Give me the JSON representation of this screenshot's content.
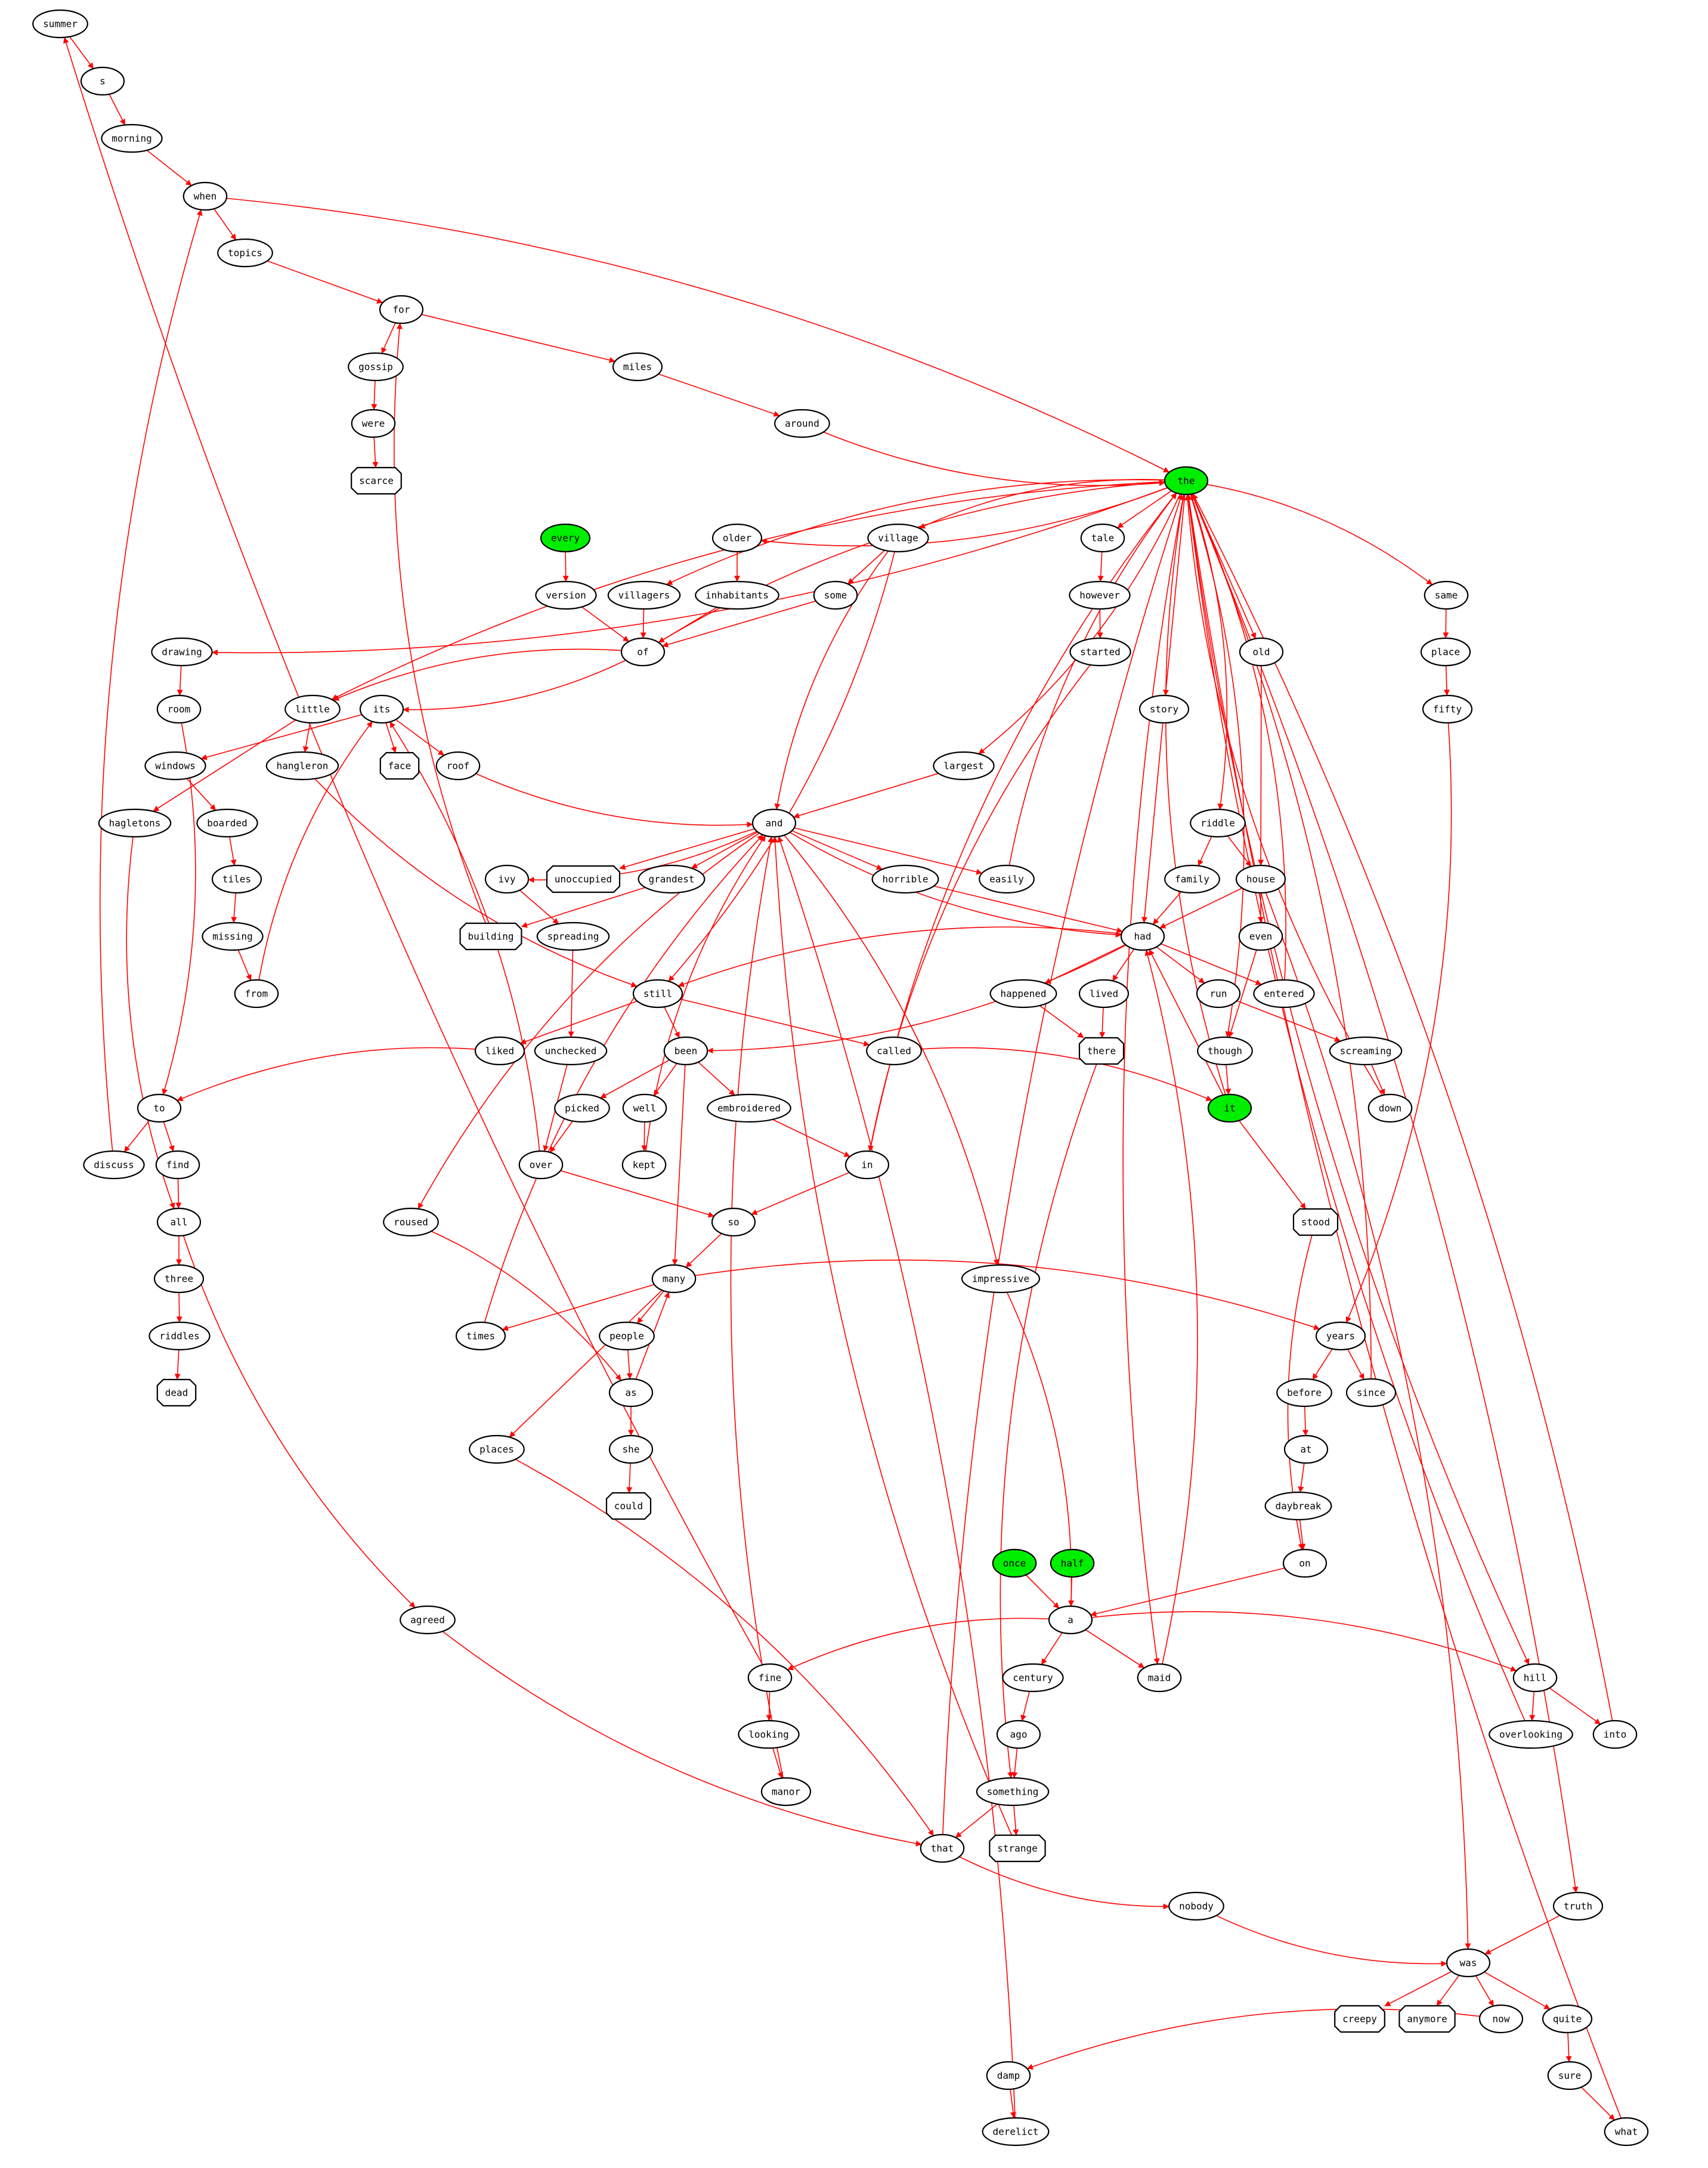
{
  "diagram": {
    "kind": "directed word graph",
    "edge_color": "#ff0000",
    "start_node_fill": "#00ee00",
    "node_fill": "#ffffff",
    "start_nodes": [
      "the",
      "every",
      "it",
      "once",
      "half"
    ],
    "terminal_nodes": [
      "scarce",
      "face",
      "unoccupied",
      "building",
      "there",
      "dead",
      "could",
      "strange",
      "creepy",
      "anymore",
      "stood"
    ],
    "nodes": [
      {
        "id": "summer",
        "label": "summer"
      },
      {
        "id": "s",
        "label": "s"
      },
      {
        "id": "morning",
        "label": "morning"
      },
      {
        "id": "when",
        "label": "when"
      },
      {
        "id": "topics",
        "label": "topics"
      },
      {
        "id": "for",
        "label": "for"
      },
      {
        "id": "gossip",
        "label": "gossip"
      },
      {
        "id": "miles",
        "label": "miles"
      },
      {
        "id": "were",
        "label": "were"
      },
      {
        "id": "around",
        "label": "around"
      },
      {
        "id": "scarce",
        "label": "scarce"
      },
      {
        "id": "the",
        "label": "the"
      },
      {
        "id": "every",
        "label": "every"
      },
      {
        "id": "older",
        "label": "older"
      },
      {
        "id": "village",
        "label": "village"
      },
      {
        "id": "tale",
        "label": "tale"
      },
      {
        "id": "version",
        "label": "version"
      },
      {
        "id": "villagers",
        "label": "villagers"
      },
      {
        "id": "inhabitants",
        "label": "inhabitants"
      },
      {
        "id": "some",
        "label": "some"
      },
      {
        "id": "however",
        "label": "however"
      },
      {
        "id": "same",
        "label": "same"
      },
      {
        "id": "drawing",
        "label": "drawing"
      },
      {
        "id": "of",
        "label": "of"
      },
      {
        "id": "started",
        "label": "started"
      },
      {
        "id": "old",
        "label": "old"
      },
      {
        "id": "place",
        "label": "place"
      },
      {
        "id": "room",
        "label": "room"
      },
      {
        "id": "little",
        "label": "little"
      },
      {
        "id": "its",
        "label": "its"
      },
      {
        "id": "story",
        "label": "story"
      },
      {
        "id": "fifty",
        "label": "fifty"
      },
      {
        "id": "windows",
        "label": "windows"
      },
      {
        "id": "hangleron",
        "label": "hangleron"
      },
      {
        "id": "face",
        "label": "face"
      },
      {
        "id": "roof",
        "label": "roof"
      },
      {
        "id": "largest",
        "label": "largest"
      },
      {
        "id": "hagletons",
        "label": "hagletons"
      },
      {
        "id": "boarded",
        "label": "boarded"
      },
      {
        "id": "and",
        "label": "and"
      },
      {
        "id": "riddle",
        "label": "riddle"
      },
      {
        "id": "tiles",
        "label": "tiles"
      },
      {
        "id": "ivy",
        "label": "ivy"
      },
      {
        "id": "unoccupied",
        "label": "unoccupied"
      },
      {
        "id": "grandest",
        "label": "grandest"
      },
      {
        "id": "horrible",
        "label": "horrible"
      },
      {
        "id": "easily",
        "label": "easily"
      },
      {
        "id": "family",
        "label": "family"
      },
      {
        "id": "house",
        "label": "house"
      },
      {
        "id": "missing",
        "label": "missing"
      },
      {
        "id": "building",
        "label": "building"
      },
      {
        "id": "spreading",
        "label": "spreading"
      },
      {
        "id": "had",
        "label": "had"
      },
      {
        "id": "even",
        "label": "even"
      },
      {
        "id": "from",
        "label": "from"
      },
      {
        "id": "still",
        "label": "still"
      },
      {
        "id": "happened",
        "label": "happened"
      },
      {
        "id": "lived",
        "label": "lived"
      },
      {
        "id": "run",
        "label": "run"
      },
      {
        "id": "entered",
        "label": "entered"
      },
      {
        "id": "liked",
        "label": "liked"
      },
      {
        "id": "unchecked",
        "label": "unchecked"
      },
      {
        "id": "been",
        "label": "been"
      },
      {
        "id": "called",
        "label": "called"
      },
      {
        "id": "there",
        "label": "there"
      },
      {
        "id": "though",
        "label": "though"
      },
      {
        "id": "screaming",
        "label": "screaming"
      },
      {
        "id": "to",
        "label": "to"
      },
      {
        "id": "picked",
        "label": "picked"
      },
      {
        "id": "well",
        "label": "well"
      },
      {
        "id": "embroidered",
        "label": "embroidered"
      },
      {
        "id": "it",
        "label": "it"
      },
      {
        "id": "down",
        "label": "down"
      },
      {
        "id": "discuss",
        "label": "discuss"
      },
      {
        "id": "find",
        "label": "find"
      },
      {
        "id": "over",
        "label": "over"
      },
      {
        "id": "kept",
        "label": "kept"
      },
      {
        "id": "in",
        "label": "in"
      },
      {
        "id": "all",
        "label": "all"
      },
      {
        "id": "roused",
        "label": "roused"
      },
      {
        "id": "so",
        "label": "so"
      },
      {
        "id": "stood",
        "label": "stood"
      },
      {
        "id": "three",
        "label": "three"
      },
      {
        "id": "many",
        "label": "many"
      },
      {
        "id": "impressive",
        "label": "impressive"
      },
      {
        "id": "riddles",
        "label": "riddles"
      },
      {
        "id": "times",
        "label": "times"
      },
      {
        "id": "people",
        "label": "people"
      },
      {
        "id": "years",
        "label": "years"
      },
      {
        "id": "dead",
        "label": "dead"
      },
      {
        "id": "as",
        "label": "as"
      },
      {
        "id": "before",
        "label": "before"
      },
      {
        "id": "since",
        "label": "since"
      },
      {
        "id": "places",
        "label": "places"
      },
      {
        "id": "she",
        "label": "she"
      },
      {
        "id": "at",
        "label": "at"
      },
      {
        "id": "could",
        "label": "could"
      },
      {
        "id": "daybreak",
        "label": "daybreak"
      },
      {
        "id": "once",
        "label": "once"
      },
      {
        "id": "half",
        "label": "half"
      },
      {
        "id": "on",
        "label": "on"
      },
      {
        "id": "agreed",
        "label": "agreed"
      },
      {
        "id": "a",
        "label": "a"
      },
      {
        "id": "fine",
        "label": "fine"
      },
      {
        "id": "century",
        "label": "century"
      },
      {
        "id": "maid",
        "label": "maid"
      },
      {
        "id": "hill",
        "label": "hill"
      },
      {
        "id": "looking",
        "label": "looking"
      },
      {
        "id": "ago",
        "label": "ago"
      },
      {
        "id": "overlooking",
        "label": "overlooking"
      },
      {
        "id": "into",
        "label": "into"
      },
      {
        "id": "manor",
        "label": "manor"
      },
      {
        "id": "something",
        "label": "something"
      },
      {
        "id": "that",
        "label": "that"
      },
      {
        "id": "strange",
        "label": "strange"
      },
      {
        "id": "nobody",
        "label": "nobody"
      },
      {
        "id": "truth",
        "label": "truth"
      },
      {
        "id": "was",
        "label": "was"
      },
      {
        "id": "creepy",
        "label": "creepy"
      },
      {
        "id": "anymore",
        "label": "anymore"
      },
      {
        "id": "now",
        "label": "now"
      },
      {
        "id": "quite",
        "label": "quite"
      },
      {
        "id": "damp",
        "label": "damp"
      },
      {
        "id": "sure",
        "label": "sure"
      },
      {
        "id": "derelict",
        "label": "derelict"
      },
      {
        "id": "what",
        "label": "what"
      }
    ],
    "edges": [
      [
        "summer",
        "s"
      ],
      [
        "s",
        "morning"
      ],
      [
        "morning",
        "when"
      ],
      [
        "when",
        "topics"
      ],
      [
        "when",
        "the"
      ],
      [
        "topics",
        "for"
      ],
      [
        "for",
        "gossip"
      ],
      [
        "for",
        "miles"
      ],
      [
        "gossip",
        "were"
      ],
      [
        "were",
        "scarce"
      ],
      [
        "miles",
        "around"
      ],
      [
        "around",
        "the"
      ],
      [
        "the",
        "older"
      ],
      [
        "the",
        "village"
      ],
      [
        "the",
        "tale"
      ],
      [
        "the",
        "villagers"
      ],
      [
        "the",
        "drawing"
      ],
      [
        "the",
        "little"
      ],
      [
        "the",
        "largest"
      ],
      [
        "the",
        "story"
      ],
      [
        "the",
        "riddle"
      ],
      [
        "the",
        "old"
      ],
      [
        "the",
        "same"
      ],
      [
        "the",
        "hill"
      ],
      [
        "the",
        "truth"
      ],
      [
        "the",
        "maid"
      ],
      [
        "the",
        "though"
      ],
      [
        "every",
        "version"
      ],
      [
        "version",
        "of"
      ],
      [
        "villagers",
        "of"
      ],
      [
        "older",
        "inhabitants"
      ],
      [
        "inhabitants",
        "of"
      ],
      [
        "village",
        "some"
      ],
      [
        "village",
        "and"
      ],
      [
        "village",
        "still"
      ],
      [
        "some",
        "of"
      ],
      [
        "of",
        "the"
      ],
      [
        "of",
        "little"
      ],
      [
        "of",
        "its"
      ],
      [
        "tale",
        "however"
      ],
      [
        "however",
        "started"
      ],
      [
        "started",
        "in"
      ],
      [
        "same",
        "place"
      ],
      [
        "place",
        "fifty"
      ],
      [
        "fifty",
        "years"
      ],
      [
        "drawing",
        "room"
      ],
      [
        "room",
        "to"
      ],
      [
        "little",
        "hangleron"
      ],
      [
        "little",
        "hagletons"
      ],
      [
        "hangleron",
        "still"
      ],
      [
        "its",
        "windows"
      ],
      [
        "its",
        "face"
      ],
      [
        "its",
        "roof"
      ],
      [
        "roof",
        "and"
      ],
      [
        "windows",
        "boarded"
      ],
      [
        "boarded",
        "tiles"
      ],
      [
        "tiles",
        "missing"
      ],
      [
        "missing",
        "from"
      ],
      [
        "from",
        "its"
      ],
      [
        "hagletons",
        "all"
      ],
      [
        "largest",
        "and"
      ],
      [
        "story",
        "had"
      ],
      [
        "old",
        "house"
      ],
      [
        "riddle",
        "family"
      ],
      [
        "riddle",
        "house"
      ],
      [
        "family",
        "had"
      ],
      [
        "house",
        "had"
      ],
      [
        "house",
        "even"
      ],
      [
        "house",
        "was"
      ],
      [
        "even",
        "though"
      ],
      [
        "and",
        "ivy"
      ],
      [
        "and",
        "unoccupied"
      ],
      [
        "and",
        "grandest"
      ],
      [
        "and",
        "horrible"
      ],
      [
        "and",
        "easily"
      ],
      [
        "and",
        "roused"
      ],
      [
        "and",
        "impressive"
      ],
      [
        "and",
        "had"
      ],
      [
        "ivy",
        "spreading"
      ],
      [
        "spreading",
        "unchecked"
      ],
      [
        "unchecked",
        "over"
      ],
      [
        "grandest",
        "building"
      ],
      [
        "building",
        "for"
      ],
      [
        "horrible",
        "had"
      ],
      [
        "easily",
        "the"
      ],
      [
        "had",
        "still"
      ],
      [
        "had",
        "been"
      ],
      [
        "had",
        "happened"
      ],
      [
        "had",
        "lived"
      ],
      [
        "had",
        "run"
      ],
      [
        "had",
        "entered"
      ],
      [
        "happened",
        "there"
      ],
      [
        "lived",
        "there"
      ],
      [
        "there",
        "something"
      ],
      [
        "run",
        "screaming"
      ],
      [
        "screaming",
        "down"
      ],
      [
        "down",
        "the"
      ],
      [
        "entered",
        "the"
      ],
      [
        "still",
        "liked"
      ],
      [
        "still",
        "been"
      ],
      [
        "still",
        "called"
      ],
      [
        "liked",
        "to"
      ],
      [
        "to",
        "discuss"
      ],
      [
        "to",
        "find"
      ],
      [
        "discuss",
        "when"
      ],
      [
        "find",
        "all"
      ],
      [
        "been",
        "picked"
      ],
      [
        "been",
        "well"
      ],
      [
        "been",
        "embroidered"
      ],
      [
        "been",
        "many"
      ],
      [
        "picked",
        "over"
      ],
      [
        "well",
        "kept"
      ],
      [
        "kept",
        "and"
      ],
      [
        "embroidered",
        "in"
      ],
      [
        "called",
        "it"
      ],
      [
        "though",
        "it"
      ],
      [
        "it",
        "had"
      ],
      [
        "it",
        "stood"
      ],
      [
        "it",
        "the"
      ],
      [
        "over",
        "its"
      ],
      [
        "over",
        "so"
      ],
      [
        "in",
        "so"
      ],
      [
        "in",
        "the"
      ],
      [
        "so",
        "many"
      ],
      [
        "all",
        "three"
      ],
      [
        "all",
        "agreed"
      ],
      [
        "three",
        "riddles"
      ],
      [
        "riddles",
        "dead"
      ],
      [
        "roused",
        "as"
      ],
      [
        "stood",
        "on"
      ],
      [
        "many",
        "times"
      ],
      [
        "many",
        "people"
      ],
      [
        "many",
        "years"
      ],
      [
        "many",
        "places"
      ],
      [
        "times",
        "and"
      ],
      [
        "people",
        "as"
      ],
      [
        "as",
        "many"
      ],
      [
        "as",
        "she"
      ],
      [
        "she",
        "could"
      ],
      [
        "years",
        "before"
      ],
      [
        "years",
        "since"
      ],
      [
        "since",
        "the"
      ],
      [
        "before",
        "at"
      ],
      [
        "at",
        "daybreak"
      ],
      [
        "daybreak",
        "on"
      ],
      [
        "on",
        "a"
      ],
      [
        "impressive",
        "a"
      ],
      [
        "once",
        "a"
      ],
      [
        "half",
        "a"
      ],
      [
        "a",
        "fine"
      ],
      [
        "a",
        "century"
      ],
      [
        "a",
        "maid"
      ],
      [
        "a",
        "hill"
      ],
      [
        "fine",
        "looking"
      ],
      [
        "fine",
        "summer"
      ],
      [
        "looking",
        "manor"
      ],
      [
        "manor",
        "and"
      ],
      [
        "century",
        "ago"
      ],
      [
        "ago",
        "something"
      ],
      [
        "maid",
        "had"
      ],
      [
        "hill",
        "overlooking"
      ],
      [
        "hill",
        "into"
      ],
      [
        "overlooking",
        "the"
      ],
      [
        "into",
        "the"
      ],
      [
        "something",
        "that"
      ],
      [
        "something",
        "strange"
      ],
      [
        "strange",
        "and"
      ],
      [
        "that",
        "nobody"
      ],
      [
        "that",
        "the"
      ],
      [
        "agreed",
        "that"
      ],
      [
        "places",
        "that"
      ],
      [
        "nobody",
        "was"
      ],
      [
        "truth",
        "was"
      ],
      [
        "was",
        "creepy"
      ],
      [
        "was",
        "anymore"
      ],
      [
        "was",
        "now"
      ],
      [
        "was",
        "quite"
      ],
      [
        "now",
        "damp"
      ],
      [
        "damp",
        "derelict"
      ],
      [
        "derelict",
        "and"
      ],
      [
        "quite",
        "sure"
      ],
      [
        "sure",
        "what"
      ],
      [
        "what",
        "the"
      ]
    ]
  }
}
